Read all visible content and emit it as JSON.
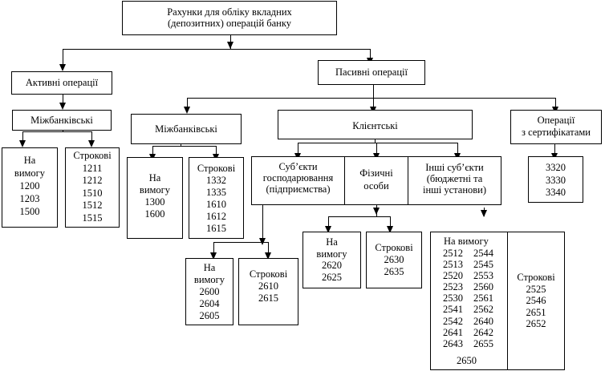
{
  "root": "Рахунки для обліку вкладних\n(депозитних) операцій банку",
  "active": {
    "title": "Активні операції",
    "interbank": "Міжбанківські",
    "demand": "На\nвимогу\n1200\n1203\n1500",
    "term": "Строкові\n1211\n1212\n1510\n1512\n1515"
  },
  "passive": {
    "title": "Пасивні операції",
    "interbank": {
      "title": "Міжбанківські",
      "demand": "На\nвимогу\n1300\n1600",
      "term": "Строкові\n1332\n1335\n1610\n1612\n1615"
    },
    "clients": {
      "title": "Клієнтські",
      "business": {
        "title": "Суб’єкти\nгосподарювання\n(підприємства)",
        "demand": "На\nвимогу\n2600\n2604\n2605",
        "term": "Строкові\n2610\n2615"
      },
      "individuals": {
        "title": "Фізичні\nособи",
        "demand": "На\nвимогу\n2620\n2625",
        "term": "Строкові\n2630\n2635"
      },
      "others": {
        "title": "Інші суб’єкти\n(бюджетні та\nінші установи)",
        "demand_title": "На вимогу",
        "demand_col1": "2512\n2513\n2520\n2523\n2530\n2541\n2542\n2641\n2643",
        "demand_col2": "2544\n2545\n2553\n2560\n2561\n2562\n2640\n2642\n2655",
        "demand_last": "2650",
        "term": "Строкові\n2525\n2546\n2651\n2652"
      }
    },
    "certificates": {
      "title": "Операції\nз сертифікатами",
      "accounts": "3320\n3330\n3340"
    }
  }
}
